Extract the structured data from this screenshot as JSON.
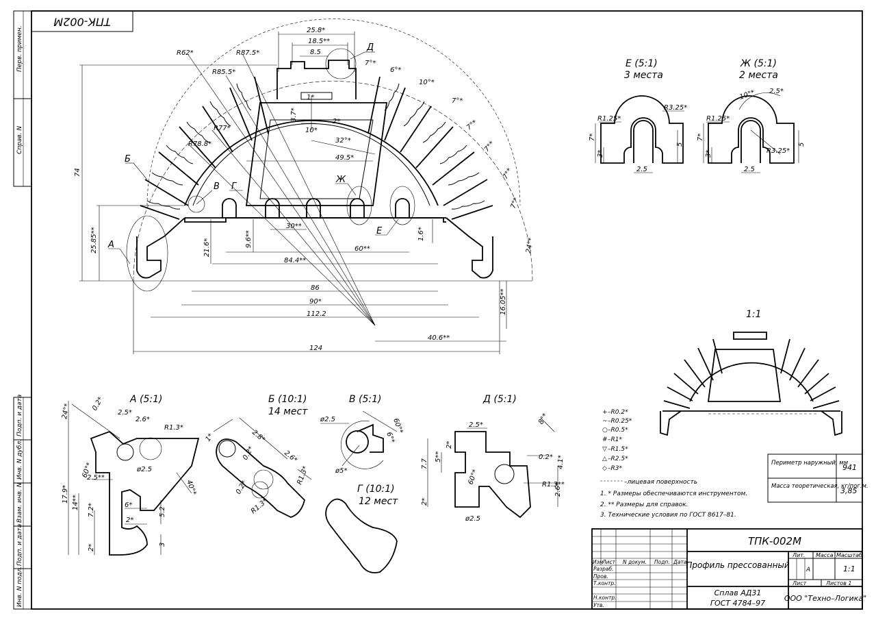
{
  "stamp_code": "ТПК-002М",
  "side_labels": [
    "Перв. примен.",
    "Справ. N",
    "Подп. и дата",
    "Инв. N дубл.",
    "Взам. инв. N",
    "Подп. и дата",
    "Инв. N подл."
  ],
  "main_dims": {
    "top": [
      "25.8*",
      "18.5**",
      "8.5"
    ],
    "radii": [
      "R62*",
      "R87.5*",
      "R85.5*",
      "R77*",
      "R78.8*"
    ],
    "angles": [
      "7°*",
      "6°*",
      "10°*",
      "7°*",
      "7°*",
      "7°*",
      "7°*",
      "7°*",
      "24°*",
      "32°*"
    ],
    "inner": [
      "3.7*",
      "1*",
      "10*",
      "2*",
      "49.5*",
      "30**",
      "9.6**",
      "21.6*",
      "60**",
      "1.6*",
      "84.4**"
    ],
    "bottom": [
      "86",
      "90*",
      "112.2",
      "124",
      "40.6**",
      "16.05**",
      "25.85**",
      "74"
    ],
    "letters": [
      "Д",
      "Б",
      "В",
      "Г",
      "Ж",
      "Е",
      "А"
    ]
  },
  "view_E": {
    "title": "Е (5:1)",
    "subtitle": "3 места",
    "dims": [
      "R1.25*",
      "R3.25*",
      "7*",
      "3*",
      "5",
      "2.5"
    ]
  },
  "view_Zh": {
    "title": "Ж (5:1)",
    "subtitle": "2 места",
    "dims": [
      "10°*",
      "2.5*",
      "R1.25*",
      "R3.25*",
      "7*",
      "3*",
      "5",
      "2.5"
    ]
  },
  "view_11": {
    "title": "1:1"
  },
  "view_A": {
    "title": "А (5:1)",
    "dims": [
      "24°*",
      "0.2*",
      "2.5*",
      "2.6*",
      "R1.3*",
      "60°*",
      "ø2.5",
      "2.5**",
      "17.9*",
      "14**",
      "7.2*",
      "6*",
      "2*",
      "40°*",
      "5.2",
      "3",
      "2*"
    ]
  },
  "view_B": {
    "title": "Б (10:1)",
    "subtitle": "14 мест",
    "dims": [
      "1*",
      "2.8*",
      "0.2*",
      "2.6*",
      "R1.3*",
      "0.2*",
      "R1.3*"
    ]
  },
  "view_V": {
    "title": "В (5:1)",
    "dims": [
      "ø2.5",
      "60°*",
      "6°*",
      "ø5*"
    ]
  },
  "view_G": {
    "title": "Г (10:1)",
    "subtitle": "12 мест"
  },
  "view_D": {
    "title": "Д (5:1)",
    "dims": [
      "2.5*",
      "8°*",
      "2*",
      "5**",
      "7.7",
      "60°*",
      "0.2*",
      "4.1*",
      "R1.3**",
      "2.6*",
      "2*",
      "ø2.5"
    ]
  },
  "legend": [
    {
      "sym": "+",
      "text": "–R0.2*"
    },
    {
      "sym": "~",
      "text": "–R0.25*"
    },
    {
      "sym": "○",
      "text": "–R0.5*"
    },
    {
      "sym": "#",
      "text": "–R1*"
    },
    {
      "sym": "▽",
      "text": "–R1.5*"
    },
    {
      "sym": "△",
      "text": "–R2.5*"
    },
    {
      "sym": "◇",
      "text": "–R3*"
    }
  ],
  "face_note": "–лицевая поверхность",
  "notes": [
    "1. * Размеры обеспечиваются инструментом.",
    "2. ** Размеры для справок.",
    "3. Технические условия по ГОСТ 8617–81."
  ],
  "props_table": [
    {
      "label": "Периметр наружный, мм",
      "value": "941"
    },
    {
      "label": "Масса теоретическая, кг/пог.м.",
      "value": "3,85"
    }
  ],
  "title_block": {
    "code": "ТПК-002М",
    "name": "Профиль прессованный",
    "material_1": "Сплав АД31",
    "material_2": "ГОСТ 4784–97",
    "company": "ООО \"Техно–Логика\"",
    "col_headers": [
      "Изм",
      "Лист",
      "N докум.",
      "Подп.",
      "Дата"
    ],
    "row_labels": [
      "Разраб.",
      "Пров.",
      "Т.контр.",
      "",
      "Н.контр.",
      "Утв."
    ],
    "lit": "Лит.",
    "mass": "Масса",
    "scale_label": "Масштаб",
    "lit_value": "А",
    "scale": "1:1",
    "sheet": "Лист",
    "sheets": "Листов 1"
  }
}
